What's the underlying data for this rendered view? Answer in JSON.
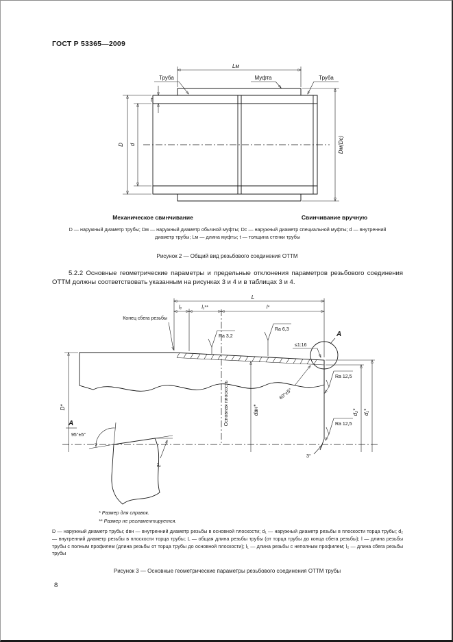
{
  "header": {
    "title": "ГОСТ Р 53365—2009"
  },
  "figure2": {
    "labels": {
      "pipe_left": "Труба",
      "coupling": "Муфта",
      "pipe_right": "Труба"
    },
    "dims": {
      "length": "Lм",
      "D": "D",
      "d": "d",
      "t": "t",
      "Dm": "Dм(Dс)"
    },
    "caption_left": "Механическое свинчивание",
    "caption_right": "Свинчивание вручную",
    "legend": "D — наружный диаметр трубы; Dм — наружный диаметр обычной муфты; Dс — наружный диаметр специальной муфты; d — внутренний диаметр трубы; Lм — длина муфты; t — толщина стенки трубы",
    "title": "Рисунок 2 — Общий вид резьбового соединения ОТТМ"
  },
  "paragraph_5_2_2": "5.2.2 Основные геометрические параметры и предельные отклонения параметров резьбового соединения ОТТМ должны соответствовать указанным на рисунках 3 и 4 и в таблицах 3 и 4.",
  "figure3": {
    "labels": {
      "thread_runout": "Конец сбега резьбы",
      "L": "L",
      "l_full": "l*",
      "l1": "l₁**",
      "l2": "l₂",
      "ra_3_2": "Ra 3,2",
      "ra_6_3": "Ra 6,3",
      "taper": "≤1:16",
      "detail_mark": "A",
      "ra_12_5": "Ra 12,5",
      "thread_angle": "60°±5°",
      "basic_plane": "Основная плоскость",
      "D": "D*",
      "d_vn": "dвн*",
      "d2": "d₂*",
      "d1": "d₁*",
      "end_angle": "3°",
      "detail_title": "A",
      "face_angle": "95°±5°",
      "chamfer_angle": "2°"
    },
    "footnotes": [
      "* Размер для справок.",
      "** Размер не регламентируется."
    ],
    "legend": "D — наружный диаметр трубы; dвн — внутренний диаметр резьбы в основной плоскости; d₁ — наружный диаметр резьбы в плоскости торца трубы; d₂ — внутренний диаметр резьбы в плоскости торца трубы; L — общая длина резьбы трубы (от торца трубы до конца сбега резьбы); l — длина резьбы трубы с полным профилем (длина резьбы от торца трубы до основной плоскости); l₁ — длина резьбы с неполным профилем; l₂ — длина сбега резьбы трубы",
    "title": "Рисунок 3 — Основные геометрические параметры резьбового соединения ОТТМ трубы"
  },
  "page_number": "8"
}
